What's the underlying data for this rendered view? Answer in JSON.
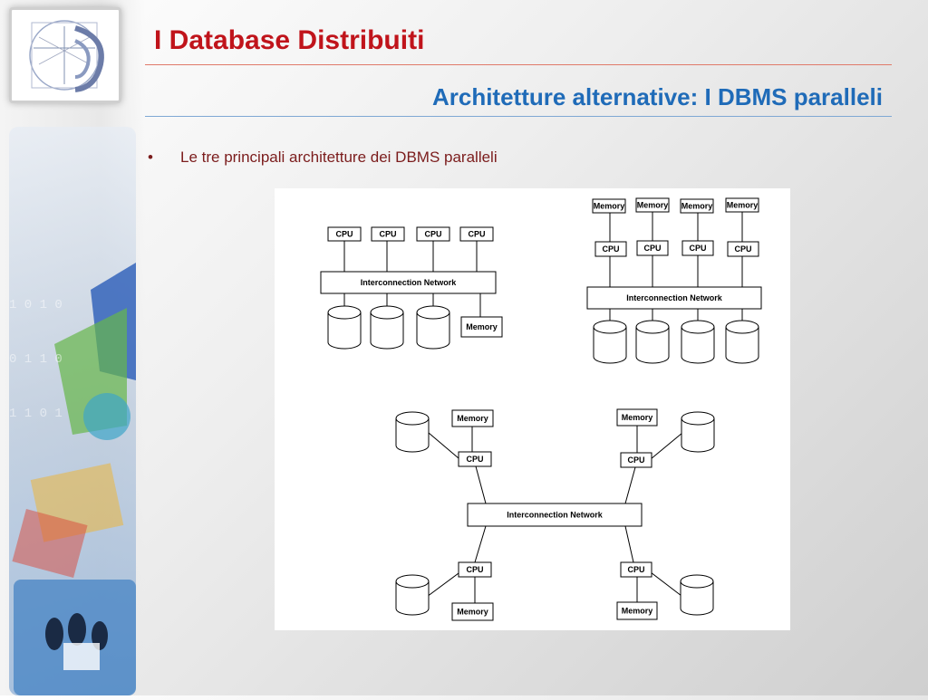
{
  "slide": {
    "title": "I Database Distribuiti",
    "subtitle": "Architetture alternative: I DBMS paralleli",
    "bullet": "Le tre principali architetture dei DBMS paralleli"
  },
  "diagram": {
    "cpu_label": "CPU",
    "memory_label": "Memory",
    "network_label": "Interconnection Network"
  },
  "colors": {
    "title": "#c0141b",
    "subtitle": "#1f6bb8",
    "bullet_text": "#7b1c1c"
  }
}
